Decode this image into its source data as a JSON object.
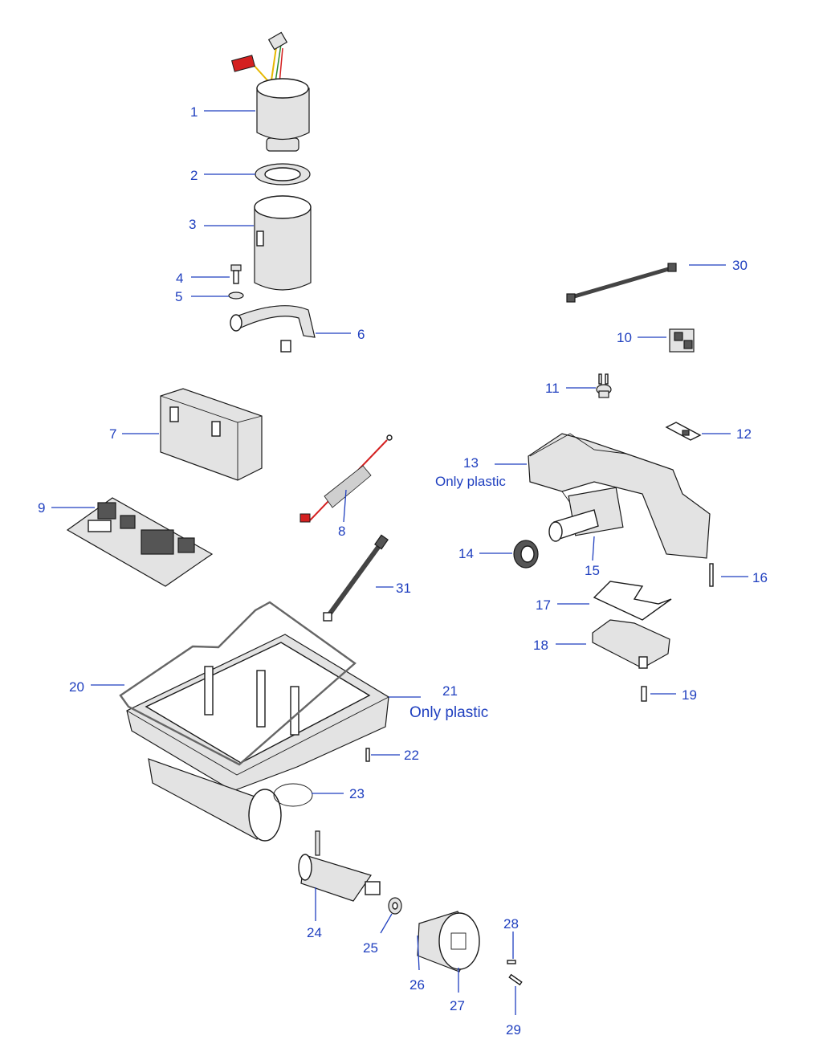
{
  "diagram": {
    "callouts": [
      {
        "id": "1",
        "text": "1"
      },
      {
        "id": "2",
        "text": "2"
      },
      {
        "id": "3",
        "text": "3"
      },
      {
        "id": "4",
        "text": "4"
      },
      {
        "id": "5",
        "text": "5"
      },
      {
        "id": "6",
        "text": "6"
      },
      {
        "id": "7",
        "text": "7"
      },
      {
        "id": "8",
        "text": "8"
      },
      {
        "id": "9",
        "text": "9"
      },
      {
        "id": "10",
        "text": "10"
      },
      {
        "id": "11",
        "text": "11"
      },
      {
        "id": "12",
        "text": "12"
      },
      {
        "id": "13",
        "text": "13",
        "note": "Only plastic"
      },
      {
        "id": "14",
        "text": "14"
      },
      {
        "id": "15",
        "text": "15"
      },
      {
        "id": "16",
        "text": "16"
      },
      {
        "id": "17",
        "text": "17"
      },
      {
        "id": "18",
        "text": "18"
      },
      {
        "id": "19",
        "text": "19"
      },
      {
        "id": "20",
        "text": "20"
      },
      {
        "id": "21",
        "text": "21",
        "note": "Only plastic"
      },
      {
        "id": "22",
        "text": "22"
      },
      {
        "id": "23",
        "text": "23"
      },
      {
        "id": "24",
        "text": "24"
      },
      {
        "id": "25",
        "text": "25"
      },
      {
        "id": "26",
        "text": "26"
      },
      {
        "id": "27",
        "text": "27"
      },
      {
        "id": "28",
        "text": "28"
      },
      {
        "id": "29",
        "text": "29"
      },
      {
        "id": "30",
        "text": "30"
      },
      {
        "id": "31",
        "text": "31"
      }
    ],
    "colors": {
      "callout": "#1f3fbf",
      "outline": "#1a1a1a",
      "connector_red": "#d42020",
      "wire_yellow": "#e6b800"
    }
  }
}
